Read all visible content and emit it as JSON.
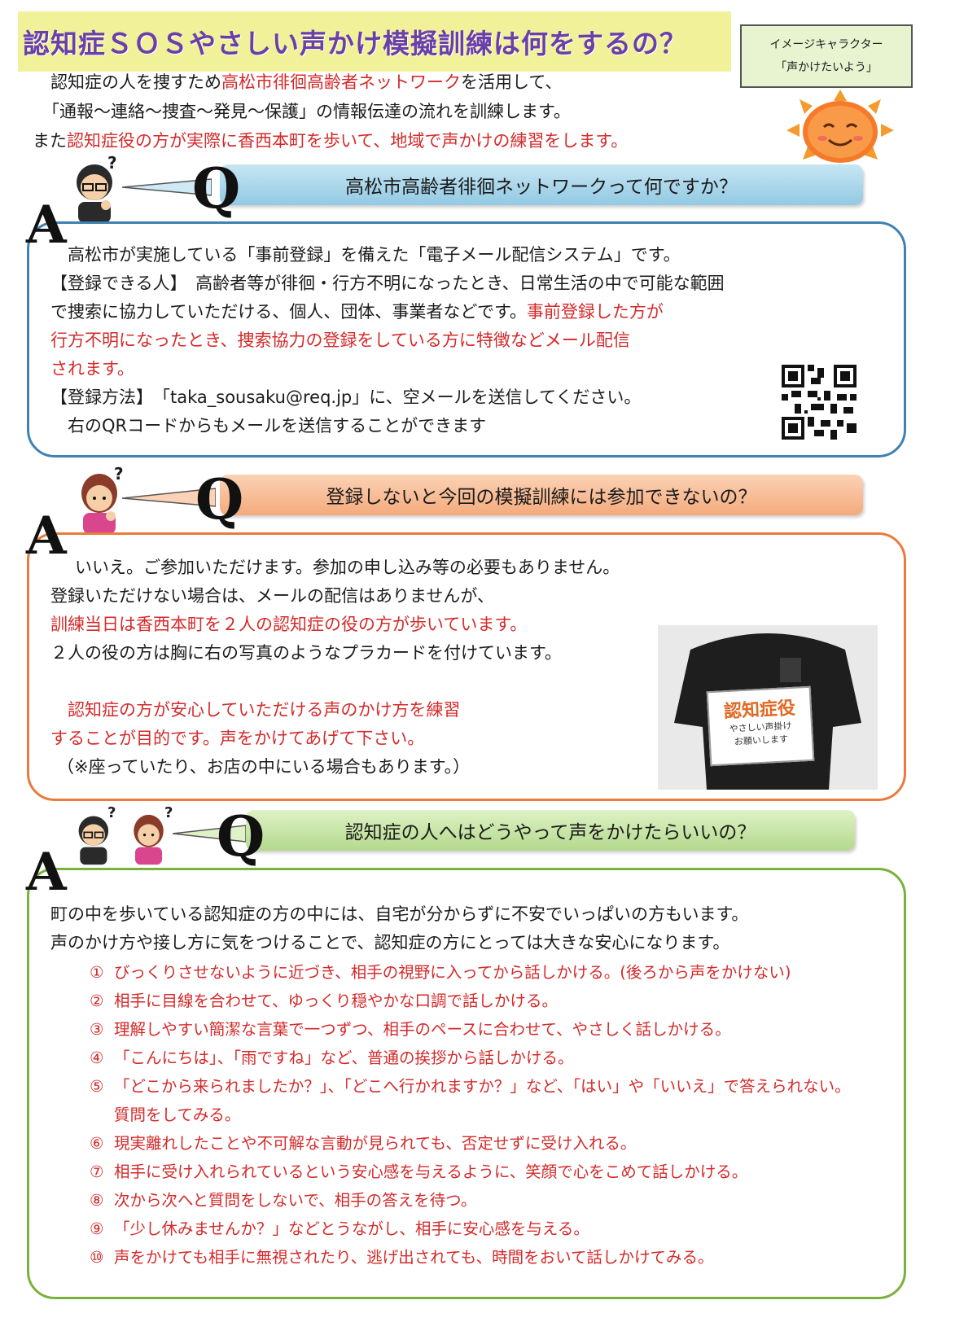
{
  "header": {
    "title": "認知症ＳＯＳやさしい声かけ模擬訓練は何をするの？",
    "character_box": {
      "label": "イメージキャラクター",
      "name": "「声かけたいよう」"
    },
    "intro": {
      "line1_pre": "認知症の人を捜すため",
      "line1_red": "高松市徘徊高齢者ネットワーク",
      "line1_post": "を活用して、",
      "line2": "「通報～連絡～捜査～発見～保護」の情報伝達の流れを訓練します。",
      "line3_pre": "また",
      "line3_red": "認知症役の方が実際に香西本町を歩いて、地域で声かけの練習をします。"
    }
  },
  "qa": {
    "q_letter": "Q",
    "a_letter": "A",
    "question_mark": "?",
    "q1": {
      "question": "高松市高齢者徘徊ネットワークって何ですか？",
      "line1": "　高松市が実施している「事前登録」を備えた「電子メール配信システム」です。",
      "line2": "【登録できる人】　高齢者等が徘徊・行方不明になったとき、日常生活の中で可能な範囲",
      "line3_pre": "で捜索に協力していただける、個人、団体、事業者などです。",
      "line3_red": "事前登録した方が",
      "line4_red": "行方不明になったとき、捜索協力の登録をしている方に特徴などメール配信",
      "line5_red": "されます。",
      "line6": "【登録方法】　「taka_sousaku@req.jp」に、空メールを送信してください。",
      "line7": "　右のQRコードからもメールを送信することができます"
    },
    "q2": {
      "question": "登録しないと今回の模擬訓練には参加できないの？",
      "line1": "いいえ。ご参加いただけます。参加の申し込み等の必要もありません。",
      "line2": "登録いただけない場合は、メールの配信はありませんが、",
      "line3_red": "訓練当日は香西本町を２人の認知症の役の方が歩いています。",
      "line4": "２人の役の方は胸に右の写真のようなプラカードを付けています。",
      "line5_red": "　認知症の方が安心していただける声のかけ方を練習",
      "line6_red": "することが目的です。声をかけてあげて下さい。",
      "line7": "（※座っていたり、お店の中にいる場合もあります。）",
      "placard_title": "認知症役",
      "placard_sub1": "やさしい声掛け",
      "placard_sub2": "お願いします"
    },
    "q3": {
      "question": "認知症の人へはどうやって声をかけたらいいの？",
      "line1": "町の中を歩いている認知症の方の中には、自宅が分からずに不安でいっぱいの方もいます。",
      "line2": "声のかけ方や接し方に気をつけることで、認知症の方にとっては大きな安心になります。",
      "tips": [
        {
          "num": "①",
          "text": "びっくりさせないように近づき、相手の視野に入ってから話しかける。(後ろから声をかけない)"
        },
        {
          "num": "②",
          "text": "相手に目線を合わせて、ゆっくり穏やかな口調で話しかける。"
        },
        {
          "num": "③",
          "text": "理解しやすい簡潔な言葉で一つずつ、相手のペースに合わせて、やさしく話しかける。"
        },
        {
          "num": "④",
          "text": "「こんにちは」、「雨ですね」など、普通の挨拶から話しかける。"
        },
        {
          "num": "⑤",
          "text": "「どこから来られましたか？」、「どこへ行かれますか？」など、「はい」や「いいえ」で答えられない。"
        },
        {
          "num": "",
          "text": "質問をしてみる。"
        },
        {
          "num": "⑥",
          "text": "現実離れしたことや不可解な言動が見られても、否定せずに受け入れる。"
        },
        {
          "num": "⑦",
          "text": "相手に受け入れられているという安心感を与えるように、笑顔で心をこめて話しかける。"
        },
        {
          "num": "⑧",
          "text": "次から次へと質問をしないで、相手の答えを待つ。"
        },
        {
          "num": "⑨",
          "text": "「少し休みませんか？」などとうながし、相手に安心感を与える。"
        },
        {
          "num": "⑩",
          "text": "声をかけても相手に無視されたり、逃げ出されても、時間をおいて話しかけてみる。"
        }
      ]
    }
  },
  "colors": {
    "title_bg": "#f1f19a",
    "title_text": "#6a3fa8",
    "emphasis_red": "#d42a2a",
    "q1_border": "#3e82b2",
    "q2_border": "#ea7a3d",
    "q3_border": "#7bb03b"
  }
}
